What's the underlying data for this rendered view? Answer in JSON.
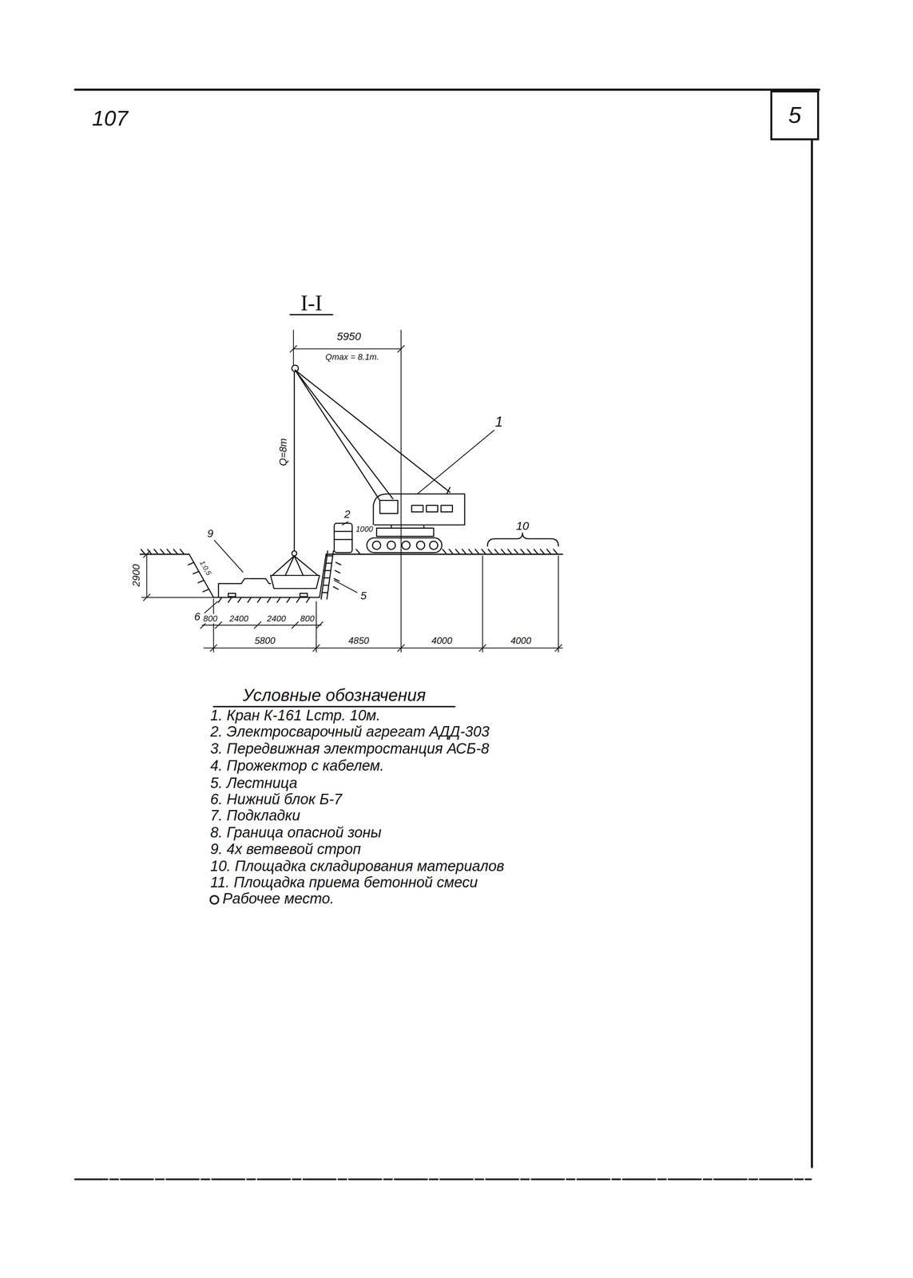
{
  "diagram": {
    "nodes": [
      {
        "text": [
          "5"
        ]
      }
    ],
    "labels": [
      "107",
      "I-I",
      "5950",
      "Qmax = 8.1т.",
      "Q=8т",
      "1",
      "2",
      "1000",
      "9",
      "10",
      "2900",
      "1:0,5",
      "5",
      "6",
      "800",
      "2400",
      "2400",
      "800",
      "5800",
      "4850",
      "4000",
      "4000",
      "Условные обозначения",
      "1. Кран К-161 Lстр. 10м.",
      "2. Электросварочный агрегат АДД-303",
      "3. Передвижная электростанция АСБ-8",
      "4. Прожектор с кабелем.",
      "5. Лестница",
      "6. Нижний блок Б-7",
      "7. Подкладки",
      "8. Граница опасной зоны",
      "9. 4х ветвевой строп",
      "10. Площадка складирования материалов",
      "11. Площадка приема бетонной смеси",
      "Рабочее место."
    ]
  }
}
